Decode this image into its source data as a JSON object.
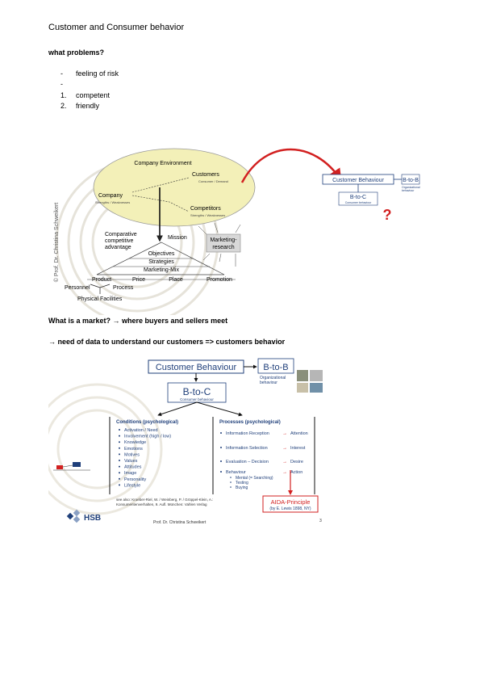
{
  "doc": {
    "title": "Customer and Consumer behavior",
    "problems_heading": "what problems?",
    "bullets": [
      {
        "mark": "-",
        "text": "feeling of risk"
      },
      {
        "mark": "-",
        "text": ""
      }
    ],
    "numbered": [
      {
        "mark": "1.",
        "text": "competent"
      },
      {
        "mark": "2.",
        "text": "friendly"
      }
    ],
    "market_q": "What is a market? → where buyers and sellers meet",
    "need_data": "→ need of data to understand our customers => customers behavior"
  },
  "fig1": {
    "author": "© Prof. Dr. Christina Schweikert",
    "env": "Company Environment",
    "customers": "Customers",
    "customers_sub": "Consumer / Demand",
    "company": "Company",
    "company_sub": "Strengths / Weaknesses",
    "competitors": "Competitors",
    "competitors_sub": "Strengths / Weaknesses",
    "mission": "Mission",
    "cca": [
      "Comparative",
      "competitive",
      "advantage"
    ],
    "mr": [
      "Marketing-",
      "research"
    ],
    "objectives": "Objectives",
    "strategies": "Strategies",
    "mix": "Marketing-Mix",
    "ps": [
      "Product",
      "Price",
      "Place",
      "Promotion"
    ],
    "personnel": "Personnel",
    "process": "Process",
    "facilities": "Physical Facilities"
  },
  "mini": {
    "cb": "Customer Behaviour",
    "btob": "B-to-B",
    "btob_sub": [
      "Organizational",
      "behaviour"
    ],
    "btoc": "B-to-C",
    "btoc_sub": "Consumer behaviour",
    "q": "?"
  },
  "fig2": {
    "cb": "Customer Behaviour",
    "btob": "B-to-B",
    "btob_sub": [
      "Organizational",
      "behaviour"
    ],
    "btoc": "B-to-C",
    "btoc_sub": "Consumer behaviour",
    "cond_title": "Conditions (psychological)",
    "conditions": [
      "Activation / Need",
      "Involvement (high / low)",
      "Knowledge",
      "Emotions",
      "Motives",
      "Values",
      "Attitudes",
      "Image",
      "Personality",
      "Lifestyle"
    ],
    "proc_title": "Processes (psychological)",
    "processes": [
      {
        "left": "Information Reception",
        "right": "Attention"
      },
      {
        "left": "Information Selection",
        "right": "Interest"
      },
      {
        "left": "Evaluation – Decision",
        "right": "Desire"
      },
      {
        "left": "Behaviour",
        "right": "Action"
      }
    ],
    "behaviour_sub": [
      "Mental (= Searching)",
      "Testing",
      "Buying"
    ],
    "aida": "AIDA-Principle",
    "aida_sub": "(by E. Lewis 1898, NY)",
    "source": [
      "see also: Kroeber-Riel, W. / Weinberg, P. / Gröppel-Klein, A.:",
      "Konsumentenverhalten, 9. Aufl. München: Vahlen Verlag"
    ],
    "logo": "HSB",
    "author": "Prof. Dr. Christina Schweikert",
    "page": "3"
  },
  "colors": {
    "ellipse": "#f3f0b8",
    "ring": "#e2dfd4",
    "red": "#d22020",
    "blue": "#1f3f7a"
  }
}
